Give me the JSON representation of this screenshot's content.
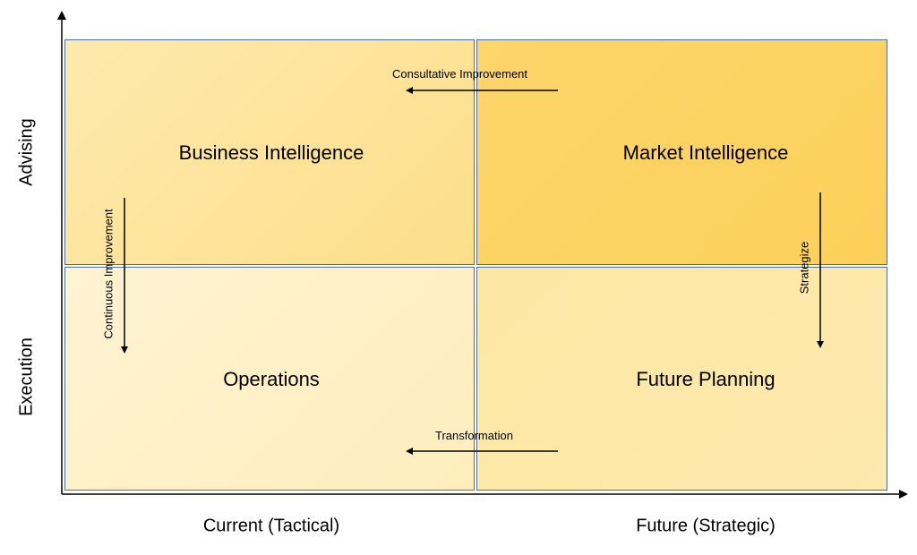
{
  "quadrants": {
    "business_intelligence": {
      "title": "Business Intelligence",
      "color": "#fde6a0"
    },
    "market_intelligence": {
      "title": "Market Intelligence",
      "color": "#fdd35f"
    },
    "operations": {
      "title": "Operations",
      "color": "#fff0c6"
    },
    "future_planning": {
      "title": "Future Planning",
      "color": "#fde6a0"
    }
  },
  "arrows": {
    "consultative": "Consultative Improvement",
    "transformation": "Transformation",
    "continuous": "Continuous Improvement",
    "strategize": "Strategize"
  },
  "axes": {
    "y_top": "Advising",
    "y_bottom": "Execution",
    "x_left": "Current (Tactical)",
    "x_right": "Future (Strategic)"
  },
  "colors": {
    "border": "#4a6fa5",
    "axis": "#000000"
  }
}
